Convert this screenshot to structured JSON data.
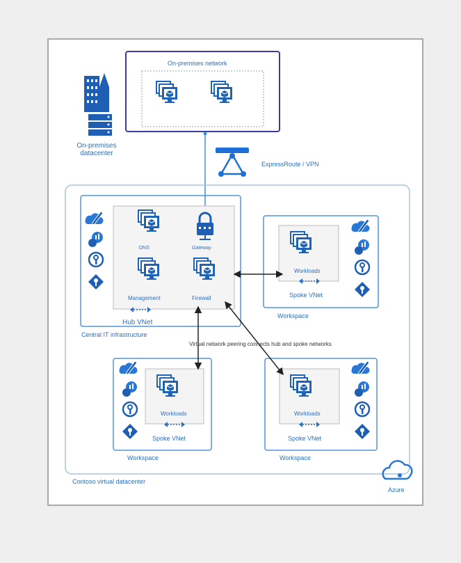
{
  "colors": {
    "accent": "#2a6fc1",
    "line": "#3a8ee6",
    "frame": "#a8a8a8",
    "background": "#efefef"
  },
  "onprem_network": {
    "title": "On-premises network"
  },
  "onprem_datacenter": {
    "label": "On-premises\ndatacenter"
  },
  "expressroute": {
    "label": "ExpressRoute / VPN"
  },
  "hub": {
    "dns": "DNS",
    "gateway": "Gateway",
    "management": "Management",
    "firewall": "Firewall",
    "vnet": "Hub VNet",
    "caption": "Central IT infrastructure"
  },
  "peering_note": "Virtual network peering connects hub and spoke networks",
  "spokes": {
    "workloads": "Workloads",
    "vnet": "Spoke VNet",
    "workspace": "Workspace"
  },
  "datacenter_caption": "Contoso virtual datacenter",
  "azure_label": "Azure",
  "icons": [
    "building-icon",
    "server-rack-icon",
    "vm-icon",
    "lock-icon",
    "expressroute-icon",
    "pen-icon",
    "analytics-icon",
    "key-icon",
    "diamond-key-icon",
    "azure-cloud-icon",
    "peering-icon"
  ]
}
